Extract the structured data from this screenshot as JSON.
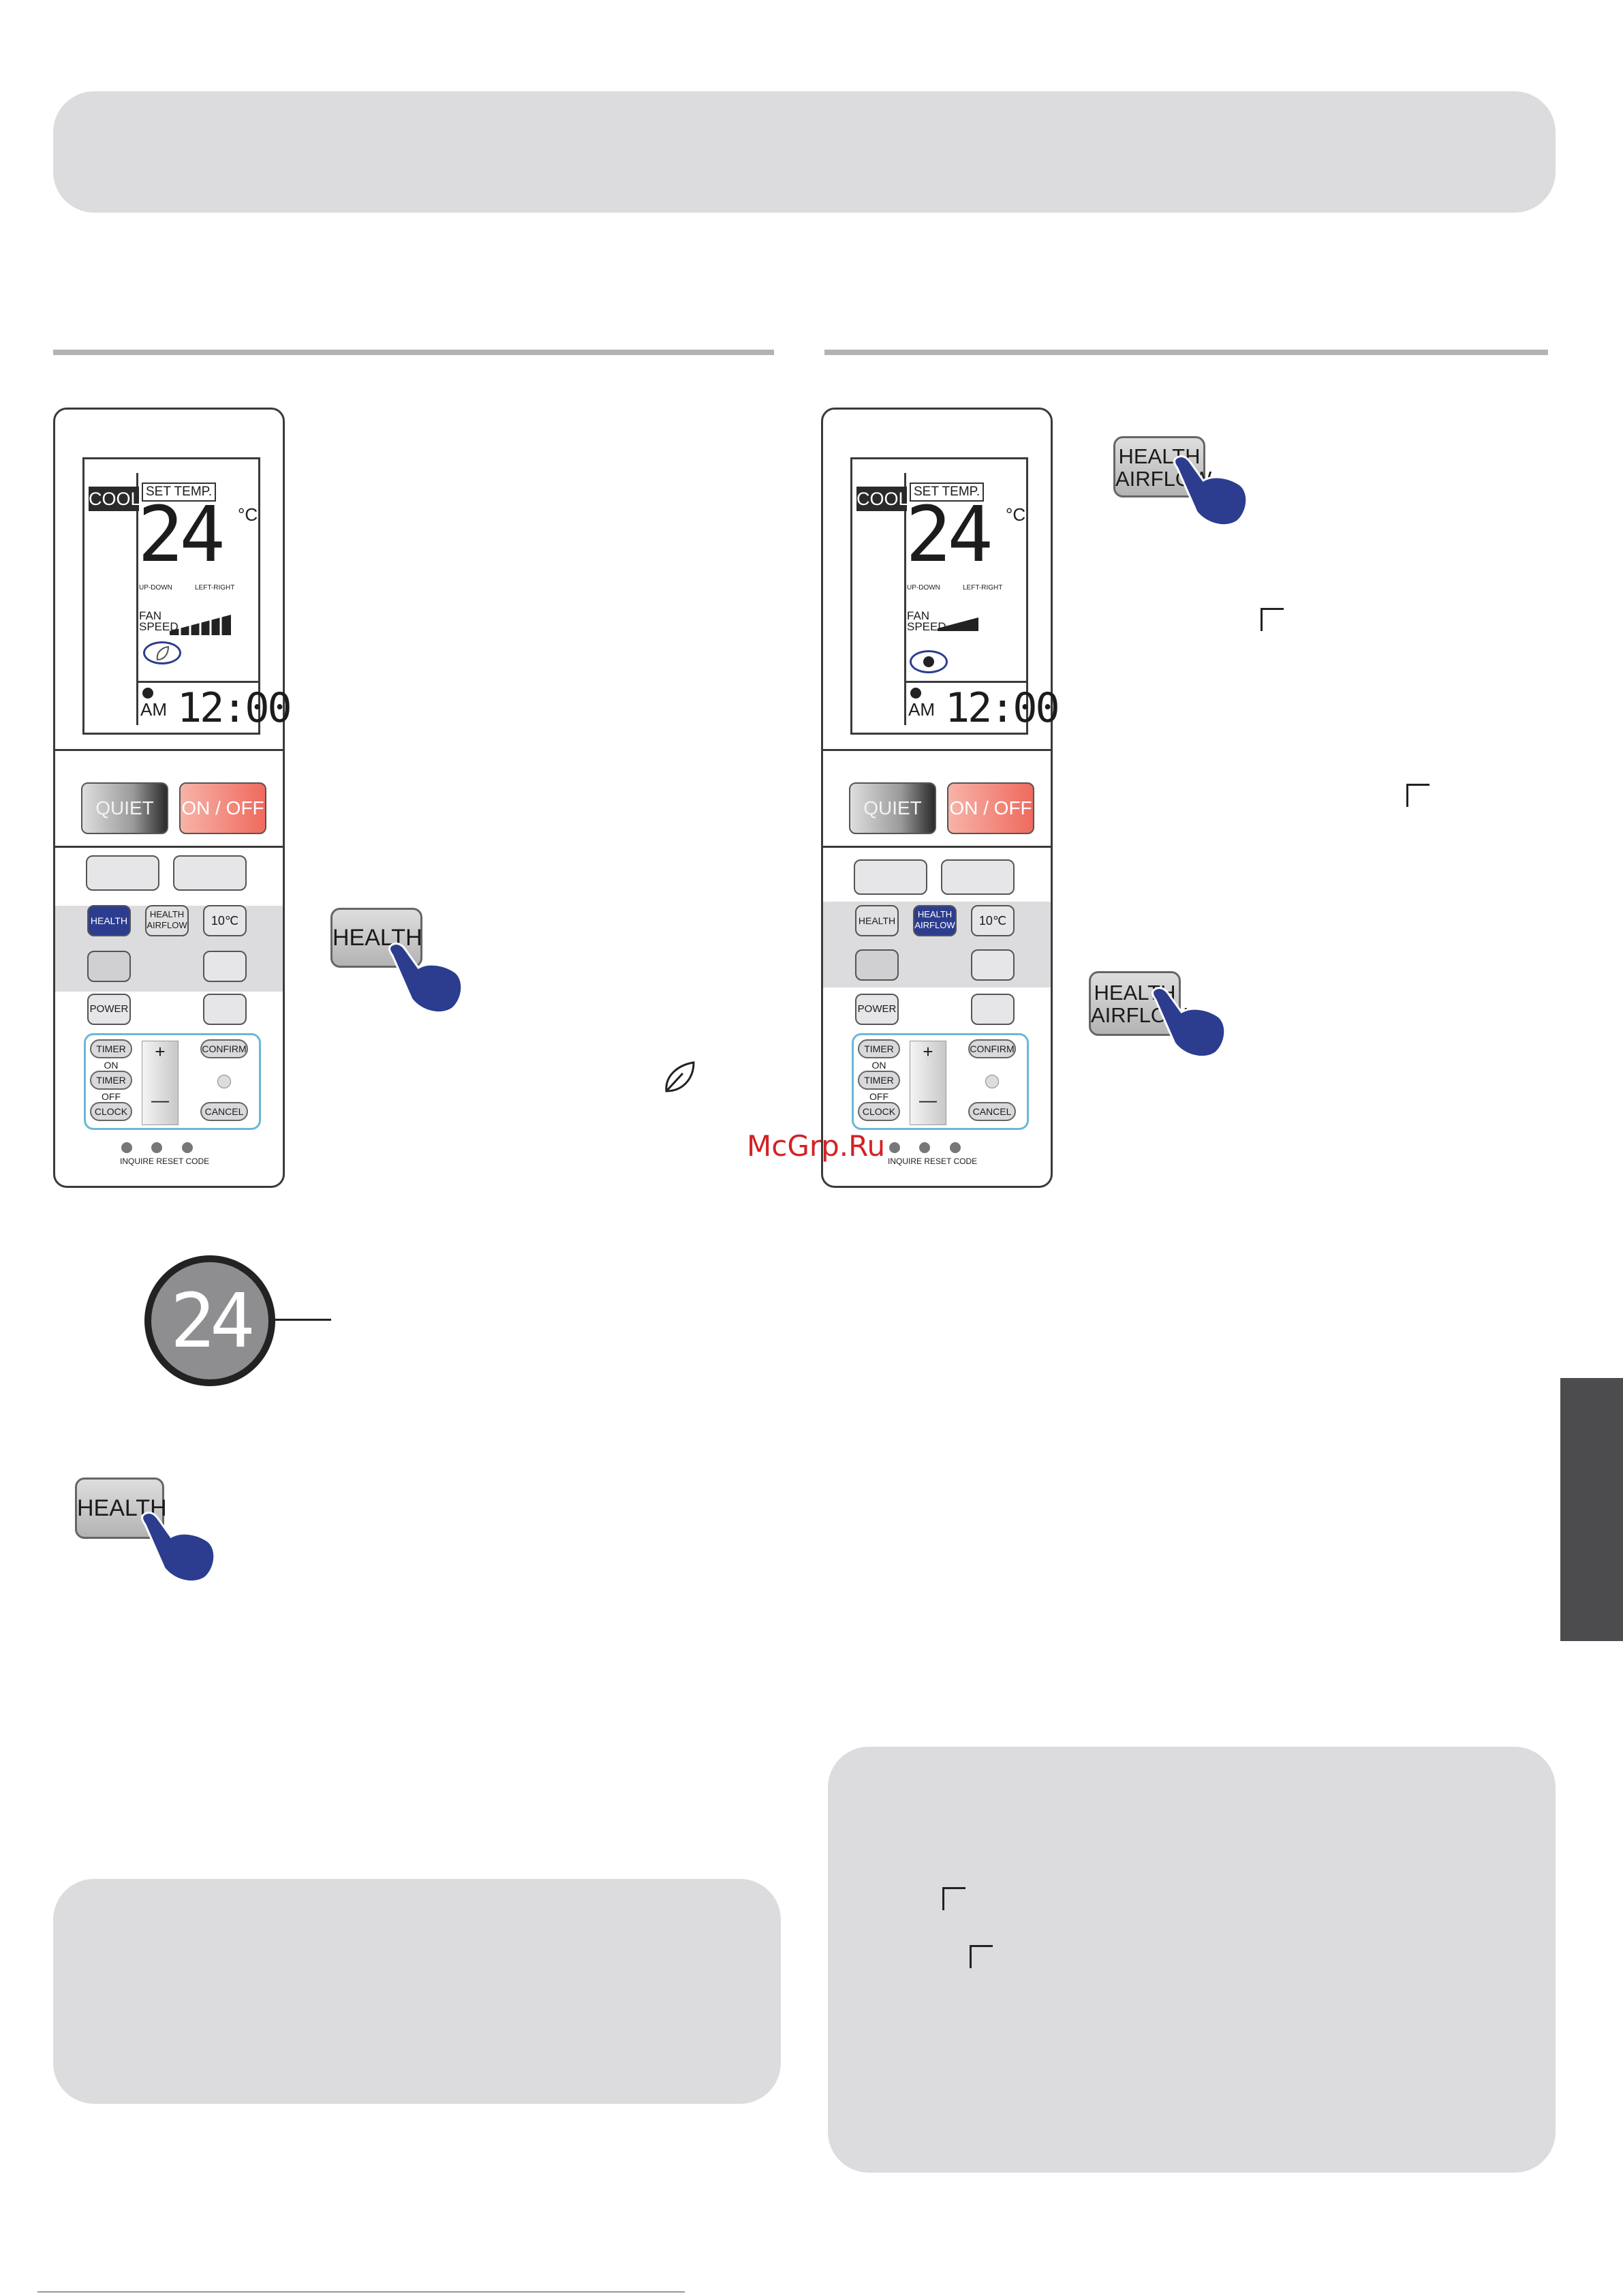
{
  "watermark": "McGrp.Ru",
  "remote": {
    "mode": "COOL",
    "set_temp_label": "SET TEMP.",
    "temperature": "24",
    "temp_unit": "°C",
    "swing_updown": "UP-DOWN",
    "swing_leftright": "LEFT-RIGHT",
    "fan_label": "FAN SPEED",
    "time_suffix": "AM",
    "time": "12:00",
    "quiet": "QUIET",
    "onoff": "ON / OFF",
    "health": "HEALTH",
    "health_airflow": "HEALTH AIRFLOW",
    "ten_c": "10℃",
    "power": "POWER",
    "timer_on": "TIMER ON",
    "timer_off": "TIMER OFF",
    "clock": "CLOCK",
    "confirm": "CONFIRM",
    "cancel": "CANCEL",
    "plus": "+",
    "minus": "—",
    "inquire": "INQUIRE",
    "reset": "RESET",
    "code": "CODE"
  },
  "callouts": {
    "health": "HEALTH",
    "health_airflow_line1": "HEALTH",
    "health_airflow_line2": "AIRFLOW"
  },
  "display_temp": "24",
  "colors": {
    "banner": "#dcdcde",
    "accent_blue": "#2c3d8f",
    "onoff_red": "#ef6a5e",
    "side_tab": "#4c4c4e"
  }
}
